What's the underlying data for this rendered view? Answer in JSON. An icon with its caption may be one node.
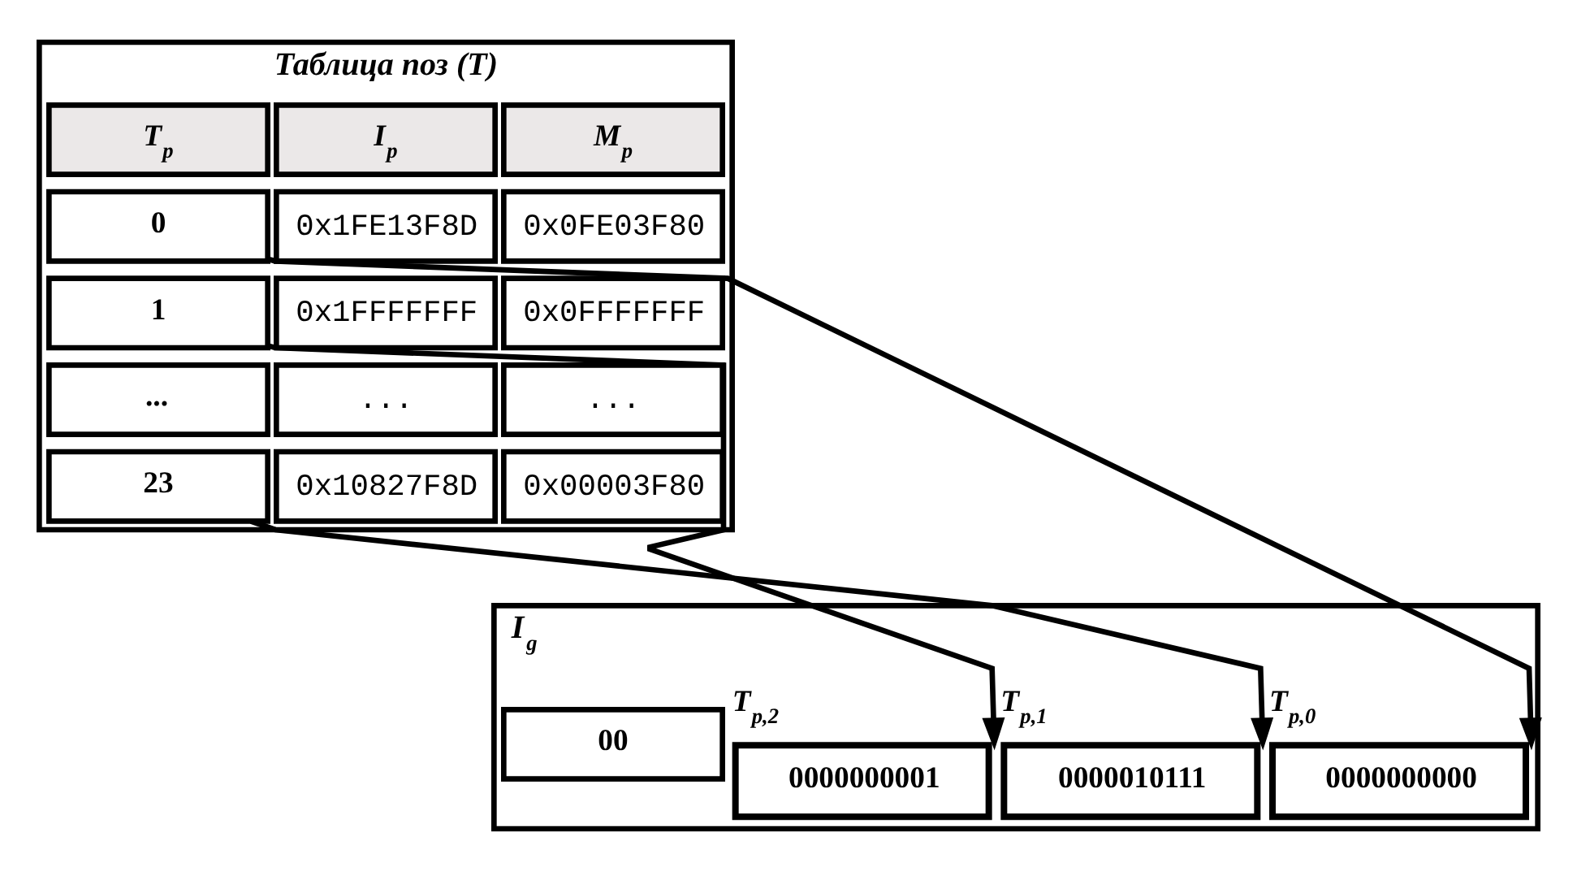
{
  "diagram": {
    "nodes": [
      {
        "text": [
          "Таблица поз (T)"
        ]
      },
      {
        "text": [
          "T$_{p}$"
        ],
        "in": 0
      },
      {
        "text": [
          "I$_{p}$"
        ],
        "in": 0
      },
      {
        "text": [
          "M$_{p}$"
        ],
        "in": 0
      },
      {
        "text": [
          "0"
        ],
        "in": 0
      },
      {
        "text": [
          "0x1FE13F8D"
        ],
        "in": 0
      },
      {
        "text": [
          "0x0FE03F80"
        ],
        "in": 0
      },
      {
        "text": [
          "1"
        ],
        "in": 0
      },
      {
        "text": [
          "0x1FFFFFFF"
        ],
        "in": 0
      },
      {
        "text": [
          "0x0FFFFFFF"
        ],
        "in": 0
      },
      {
        "text": [
          "..."
        ],
        "in": 0
      },
      {
        "text": [
          "..."
        ],
        "in": 0
      },
      {
        "text": [
          "..."
        ],
        "in": 0
      },
      {
        "text": [
          "23"
        ],
        "in": 0
      },
      {
        "text": [
          "0x10827F8D"
        ],
        "in": 0
      },
      {
        "text": [
          "0x00003F80"
        ],
        "in": 0
      },
      {
        "text": [
          "I$_{g}$"
        ]
      },
      {
        "text": [
          "00"
        ],
        "in": 16
      },
      {
        "text": [
          "0000000001"
        ],
        "in": 16,
        "beside": [
          "T$_{p,2}$"
        ]
      },
      {
        "text": [
          "0000010111"
        ],
        "in": 16,
        "beside": [
          "T$_{p,1}$"
        ]
      },
      {
        "text": [
          "0000000000"
        ],
        "in": 16,
        "beside": [
          "T$_{p,0}$"
        ]
      }
    ],
    "edges": [
      {
        "from": 7,
        "to": 18,
        "arrow": "to"
      },
      {
        "from": 13,
        "to": 19,
        "arrow": "to"
      },
      {
        "from": 4,
        "to": 20,
        "arrow": "to"
      }
    ]
  }
}
